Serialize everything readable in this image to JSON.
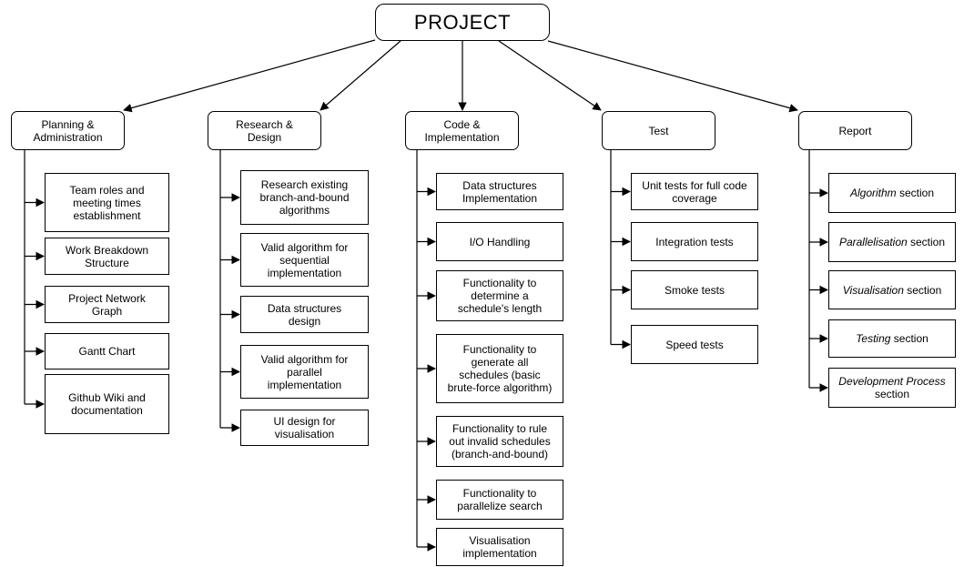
{
  "root": {
    "label": "PROJECT"
  },
  "categories": [
    {
      "key": "planning",
      "label_lines": [
        "Planning &",
        "Administration"
      ],
      "items": [
        {
          "key": "team-roles",
          "lines": [
            {
              "text": "Team roles and"
            },
            {
              "text": "meeting times"
            },
            {
              "text": "establishment"
            }
          ]
        },
        {
          "key": "wbs",
          "lines": [
            {
              "text": "Work Breakdown"
            },
            {
              "text": "Structure"
            }
          ]
        },
        {
          "key": "network-graph",
          "lines": [
            {
              "text": "Project Network"
            },
            {
              "text": "Graph"
            }
          ]
        },
        {
          "key": "gantt",
          "lines": [
            {
              "text": "Gantt Chart"
            }
          ]
        },
        {
          "key": "wiki",
          "lines": [
            {
              "text": "Github Wiki and"
            },
            {
              "text": "documentation"
            }
          ]
        }
      ]
    },
    {
      "key": "research",
      "label_lines": [
        "Research &",
        "Design"
      ],
      "items": [
        {
          "key": "research-bnb",
          "lines": [
            {
              "text": "Research existing"
            },
            {
              "text": "branch-and-bound"
            },
            {
              "text": "algorithms"
            }
          ]
        },
        {
          "key": "seq-algorithm",
          "lines": [
            {
              "text": "Valid algorithm for"
            },
            {
              "text": "sequential"
            },
            {
              "text": "implementation"
            }
          ]
        },
        {
          "key": "ds-design",
          "lines": [
            {
              "text": "Data structures"
            },
            {
              "text": "design"
            }
          ]
        },
        {
          "key": "par-algorithm",
          "lines": [
            {
              "text": "Valid algorithm for"
            },
            {
              "text": "parallel"
            },
            {
              "text": "implementation"
            }
          ]
        },
        {
          "key": "ui-design",
          "lines": [
            {
              "text": "UI design for"
            },
            {
              "text": "visualisation"
            }
          ]
        }
      ]
    },
    {
      "key": "code",
      "label_lines": [
        "Code &",
        "Implementation"
      ],
      "items": [
        {
          "key": "ds-impl",
          "lines": [
            {
              "text": "Data structures"
            },
            {
              "text": "Implementation"
            }
          ]
        },
        {
          "key": "io",
          "lines": [
            {
              "text": "I/O Handling"
            }
          ]
        },
        {
          "key": "schedule-length",
          "lines": [
            {
              "text": "Functionality to"
            },
            {
              "text": "determine a"
            },
            {
              "text": "schedule's length"
            }
          ]
        },
        {
          "key": "generate-schedules",
          "lines": [
            {
              "text": "Functionality to"
            },
            {
              "text": "generate all"
            },
            {
              "text": "schedules (basic"
            },
            {
              "text": "brute-force algorithm)"
            }
          ]
        },
        {
          "key": "rule-out",
          "lines": [
            {
              "text": "Functionality to rule"
            },
            {
              "text": "out invalid schedules"
            },
            {
              "text": "(branch-and-bound)"
            }
          ]
        },
        {
          "key": "parallelize",
          "lines": [
            {
              "text": "Functionality to"
            },
            {
              "text": "parallelize search"
            }
          ]
        },
        {
          "key": "vis-impl",
          "lines": [
            {
              "text": "Visualisation"
            },
            {
              "text": "implementation"
            }
          ]
        }
      ]
    },
    {
      "key": "test",
      "label_lines": [
        "Test"
      ],
      "items": [
        {
          "key": "unit-tests",
          "lines": [
            {
              "text": "Unit tests for full code"
            },
            {
              "text": "coverage"
            }
          ]
        },
        {
          "key": "integration-tests",
          "lines": [
            {
              "text": "Integration tests"
            }
          ]
        },
        {
          "key": "smoke-tests",
          "lines": [
            {
              "text": "Smoke tests"
            }
          ]
        },
        {
          "key": "speed-tests",
          "lines": [
            {
              "text": "Speed tests"
            }
          ]
        }
      ]
    },
    {
      "key": "report",
      "label_lines": [
        "Report"
      ],
      "items": [
        {
          "key": "algorithm-section",
          "lines": [
            {
              "text": "Algorithm",
              "italic": true
            },
            {
              "text": " section"
            }
          ],
          "inline": true
        },
        {
          "key": "parallelisation-section",
          "lines": [
            {
              "text": "Parallelisation",
              "italic": true
            },
            {
              "text": " section"
            }
          ],
          "inline": true
        },
        {
          "key": "visualisation-section",
          "lines": [
            {
              "text": "Visualisation",
              "italic": true
            },
            {
              "text": " section"
            }
          ],
          "inline": true
        },
        {
          "key": "testing-section",
          "lines": [
            {
              "text": "Testing",
              "italic": true
            },
            {
              "text": " section"
            }
          ],
          "inline": true
        },
        {
          "key": "dev-process-section",
          "lines": [
            {
              "text": "Development Process",
              "italic": true
            },
            {
              "text": "section"
            }
          ]
        }
      ]
    }
  ],
  "colors": {
    "line": "#000000",
    "box_border": "#000000",
    "background": "#ffffff"
  }
}
